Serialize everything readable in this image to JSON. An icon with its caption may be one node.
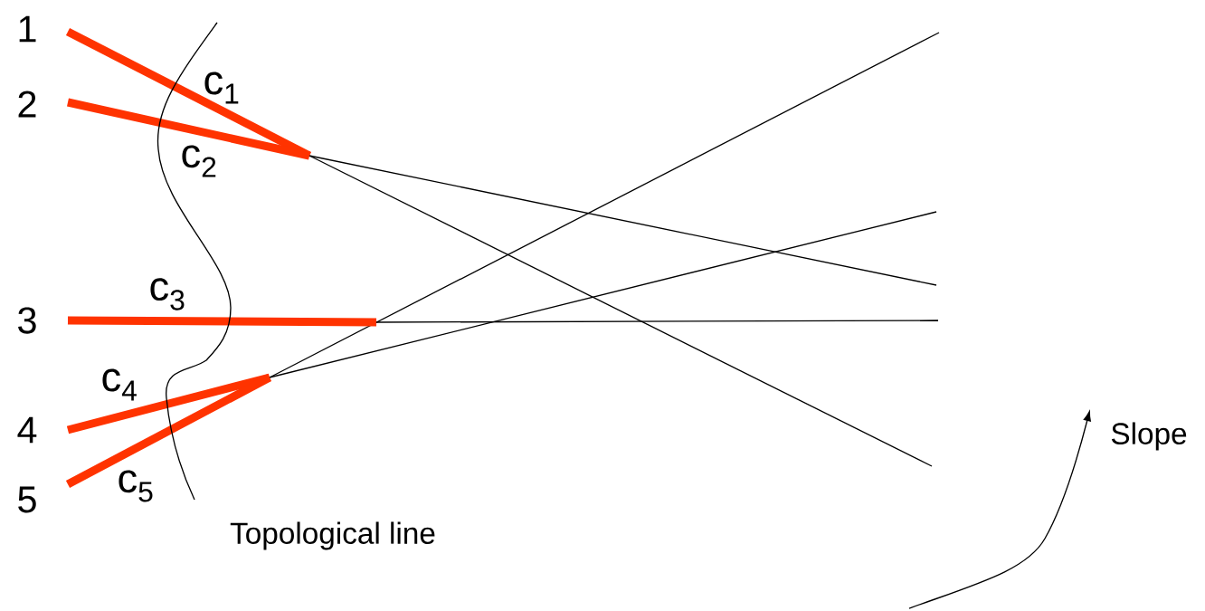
{
  "diagram": {
    "labels": [
      "1",
      "c$_{1}$",
      "2",
      "c$_{2}$",
      "c$_{3}$",
      "3",
      "c$_{4}$",
      "4",
      "Slope",
      "c$_{5}$",
      "5",
      "Topological line"
    ]
  }
}
